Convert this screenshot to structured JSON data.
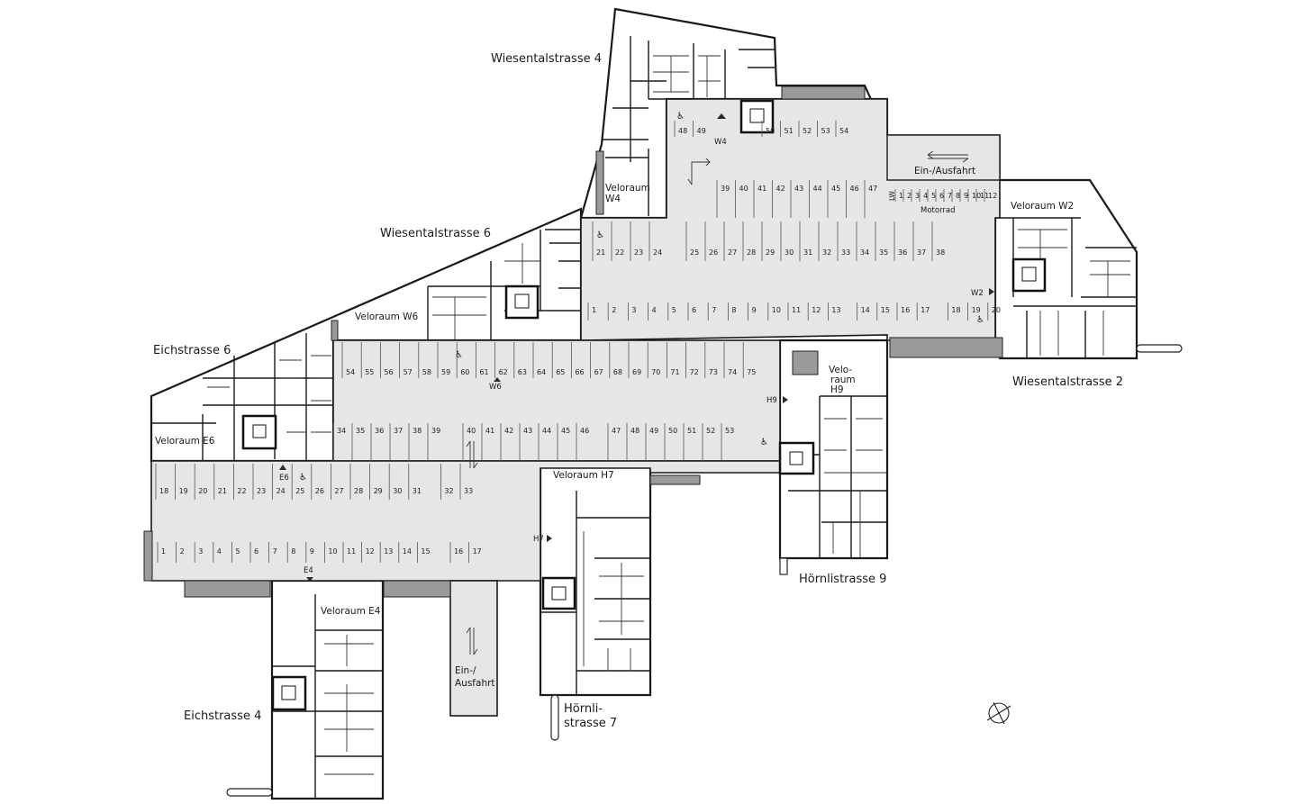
{
  "streets": {
    "wiesental4": "Wiesentalstrasse 4",
    "wiesental6": "Wiesentalstrasse 6",
    "wiesental2": "Wiesentalstrasse 2",
    "eich6": "Eichstrasse 6",
    "eich4": "Eichstrasse 4",
    "hoernli9": "Hörnlistrasse 9",
    "hoernli7_a": "Hörnli-",
    "hoernli7_b": "strasse 7"
  },
  "rooms": {
    "velo_w4_a": "Veloraum",
    "velo_w4_b": "W4",
    "velo_w2": "Veloraum W2",
    "velo_w6": "Veloraum W6",
    "velo_e6": "Veloraum E6",
    "velo_h7": "Veloraum H7",
    "velo_e4": "Veloraum E4",
    "velo_h9_a": "Velo-",
    "velo_h9_b": "raum",
    "velo_h9_c": "H9",
    "motorrad": "Motorrad",
    "ein_ausfahrt_top": "Ein-/Ausfahrt",
    "ein_ausfahrt_b1": "Ein-/",
    "ein_ausfahrt_b2": "Ausfahrt",
    "lw": "LW"
  },
  "entrances": {
    "w4": "W4",
    "w2": "W2",
    "w6": "W6",
    "h9": "H9",
    "e6": "E6",
    "h7": "H7",
    "e4": "E4"
  },
  "icons": {
    "accessible": "wheelchair-icon",
    "compass": "compass-icon",
    "direction": "arrow-icon"
  },
  "stalls": {
    "upper_top": [
      "48",
      "49",
      "50",
      "51",
      "52",
      "53",
      "54"
    ],
    "upper_row2": [
      "39",
      "40",
      "41",
      "42",
      "43",
      "44",
      "45",
      "46",
      "47"
    ],
    "upper_row3": [
      "21",
      "22",
      "23",
      "24",
      "25",
      "26",
      "27",
      "28",
      "29",
      "30",
      "31",
      "32",
      "33",
      "34",
      "35",
      "36",
      "37",
      "38"
    ],
    "upper_row4": [
      "1",
      "2",
      "3",
      "4",
      "5",
      "6",
      "7",
      "8",
      "9",
      "10",
      "11",
      "12",
      "13",
      "14",
      "15",
      "16",
      "17",
      "18",
      "19",
      "20"
    ],
    "moto": [
      "1",
      "2",
      "3",
      "4",
      "5",
      "6",
      "7",
      "8",
      "9",
      "10",
      "11",
      "12"
    ],
    "lower_row1": [
      "54",
      "55",
      "56",
      "57",
      "58",
      "59",
      "60",
      "61",
      "62",
      "63",
      "64",
      "65",
      "66",
      "67",
      "68",
      "69",
      "70",
      "71",
      "72",
      "73",
      "74",
      "75"
    ],
    "lower_row2": [
      "34",
      "35",
      "36",
      "37",
      "38",
      "39",
      "40",
      "41",
      "42",
      "43",
      "44",
      "45",
      "46",
      "47",
      "48",
      "49",
      "50",
      "51",
      "52",
      "53"
    ],
    "lower_row3": [
      "18",
      "19",
      "20",
      "21",
      "22",
      "23",
      "24",
      "25",
      "26",
      "27",
      "28",
      "29",
      "30",
      "31",
      "32",
      "33"
    ],
    "lower_row4": [
      "1",
      "2",
      "3",
      "4",
      "5",
      "6",
      "7",
      "8",
      "9",
      "10",
      "11",
      "12",
      "13",
      "14",
      "15",
      "16",
      "17"
    ]
  }
}
